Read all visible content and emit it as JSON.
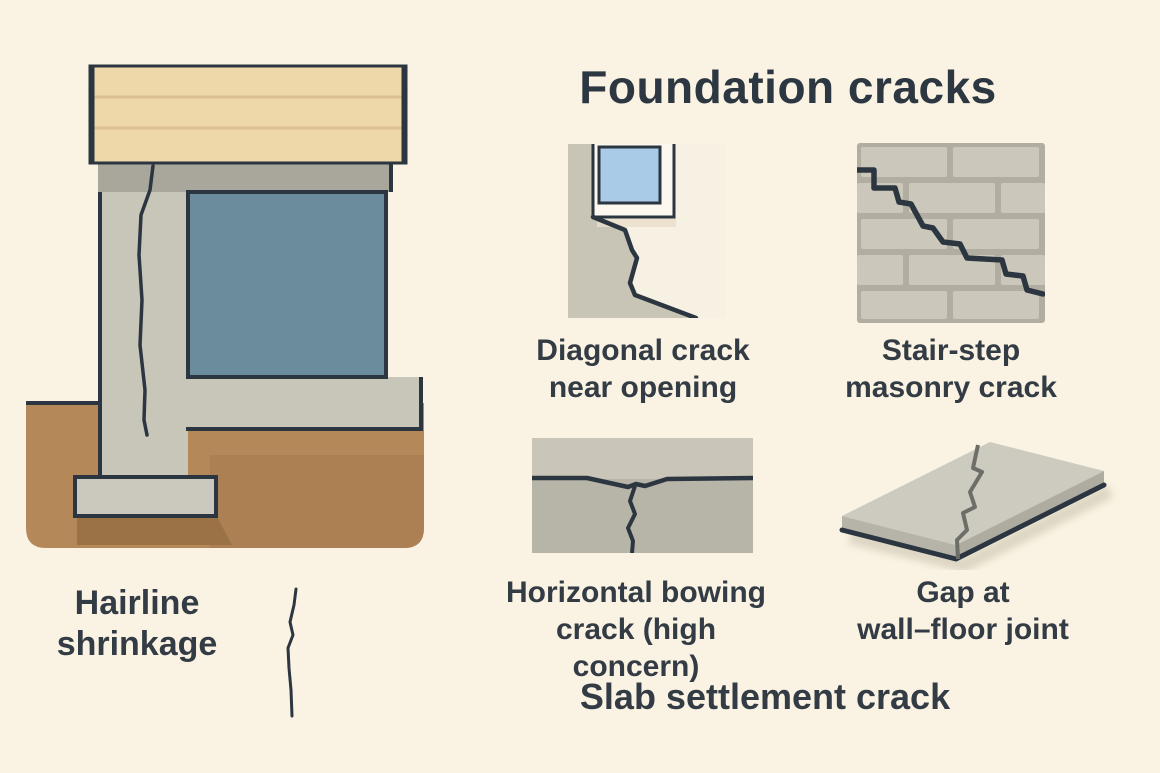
{
  "title": "Foundation cracks",
  "captions": {
    "diagonal": {
      "line1": "Diagonal crack",
      "line2": "near opening"
    },
    "stair_step": {
      "line1": "Stair-step",
      "line2": "masonry crack"
    },
    "bowing": {
      "line1": "Horizontal bowing",
      "line2": "crack (high concern)"
    },
    "wall_floor": {
      "line1": "Gap at",
      "line2": "wall–floor joint"
    },
    "slab": {
      "label": "Slab settlement crack"
    },
    "hairline": {
      "line1": "Hairline",
      "line2": "shrinkage"
    }
  },
  "illustrations": [
    "foundation-cross-section",
    "diagonal-crack-near-opening",
    "stair-step-masonry-crack",
    "horizontal-bowing-crack",
    "gap-at-wall-floor-joint",
    "hairline-shrinkage-crack"
  ],
  "palette": {
    "background": "#faf3e3",
    "ink_outline": "#2c3640",
    "text": "#333b44",
    "wood_sill": "#eed7a8",
    "wood_stripe": "#dcc091",
    "concrete_wall": "#c8c5b9",
    "sill_band": "#a9a69c",
    "basement_panel_blue": "#6b8c9c",
    "soil_brown": "#b5885a",
    "soil_dark": "#ac7f52",
    "footing_shadow": "#9b7245",
    "footing": "#cbc8be",
    "window_glass": "#a9cbe7",
    "window_frame": "#fcf8ef",
    "mortar": "#b1ada1",
    "brick": "#cbc8bb",
    "slab_top": "#cdcac0",
    "slab_front": "#b6b3a9",
    "slab_crack_gray": "#6e6e68"
  }
}
